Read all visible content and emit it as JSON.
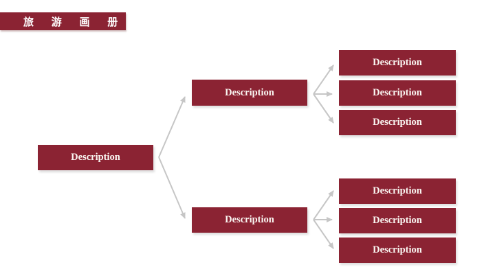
{
  "colors": {
    "accent": "#8B2333",
    "box_text": "#FAF6F2",
    "arrow": "#C6C6C6",
    "background": "#FFFFFF"
  },
  "header": {
    "title": "旅 游 画 册"
  },
  "diagram": {
    "root": {
      "label": "Description"
    },
    "branches": [
      {
        "label": "Description",
        "children": [
          {
            "label": "Description"
          },
          {
            "label": "Description"
          },
          {
            "label": "Description"
          }
        ]
      },
      {
        "label": "Description",
        "children": [
          {
            "label": "Description"
          },
          {
            "label": "Description"
          },
          {
            "label": "Description"
          }
        ]
      }
    ]
  }
}
